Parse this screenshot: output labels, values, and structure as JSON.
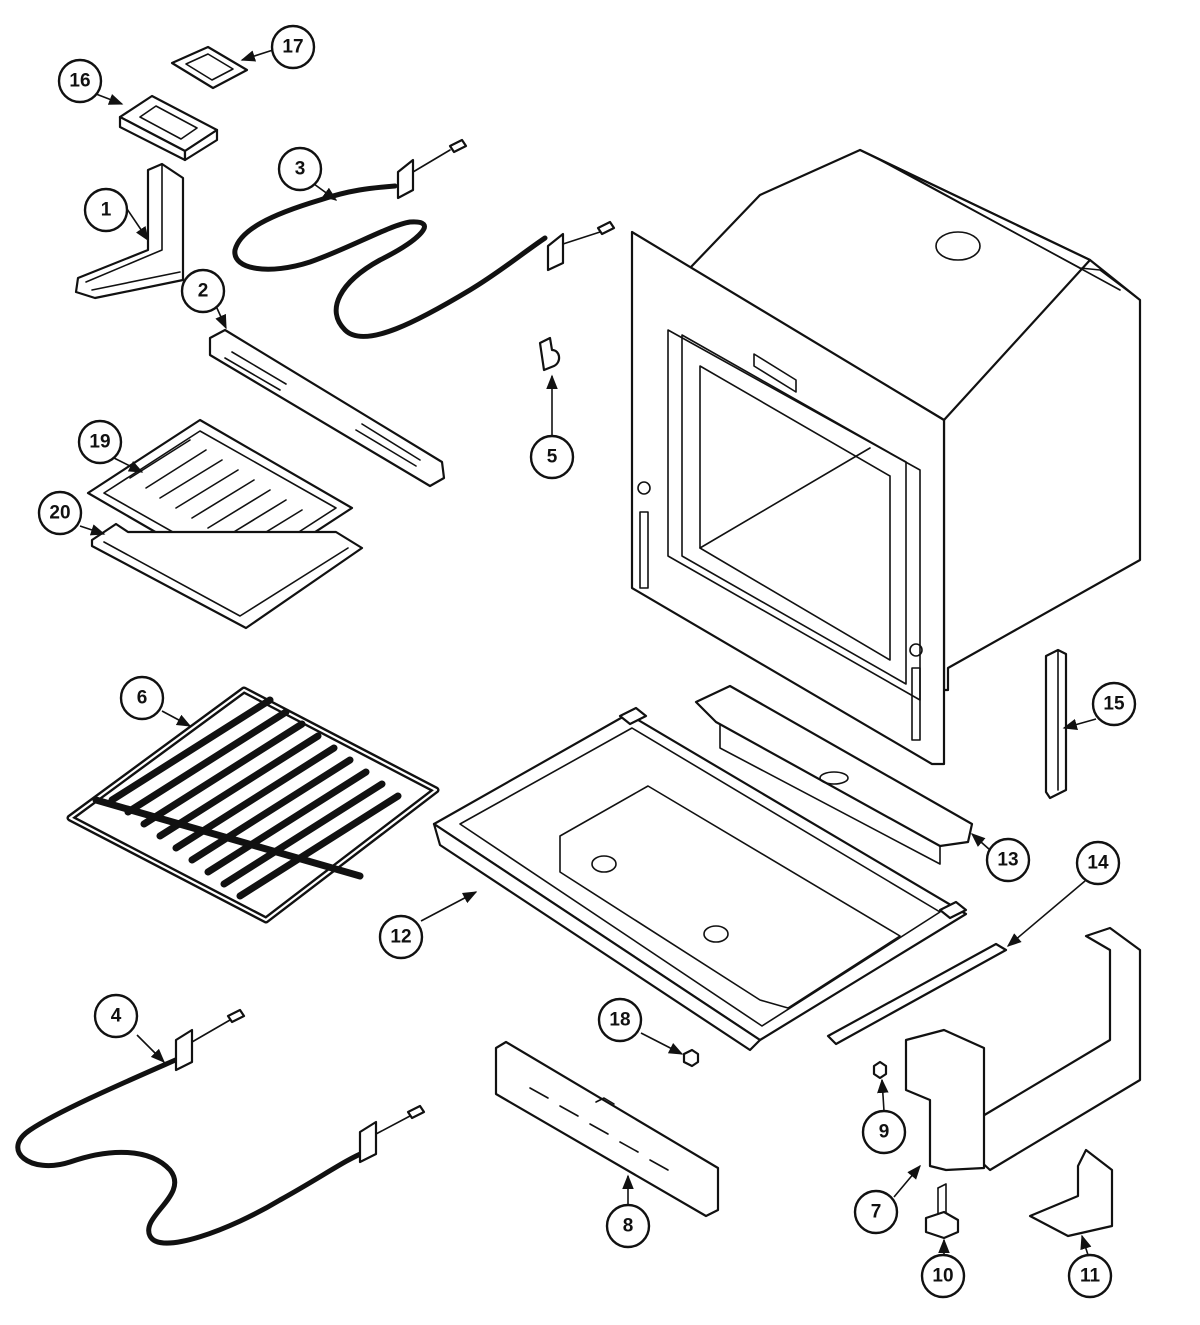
{
  "callouts": [
    {
      "label": "1"
    },
    {
      "label": "2"
    },
    {
      "label": "3"
    },
    {
      "label": "4"
    },
    {
      "label": "5"
    },
    {
      "label": "6"
    },
    {
      "label": "7"
    },
    {
      "label": "8"
    },
    {
      "label": "9"
    },
    {
      "label": "10"
    },
    {
      "label": "11"
    },
    {
      "label": "12"
    },
    {
      "label": "13"
    },
    {
      "label": "14"
    },
    {
      "label": "15"
    },
    {
      "label": "16"
    },
    {
      "label": "17"
    },
    {
      "label": "18"
    },
    {
      "label": "19"
    },
    {
      "label": "20"
    }
  ],
  "colors": {
    "line": "#111111",
    "background": "#ffffff"
  }
}
